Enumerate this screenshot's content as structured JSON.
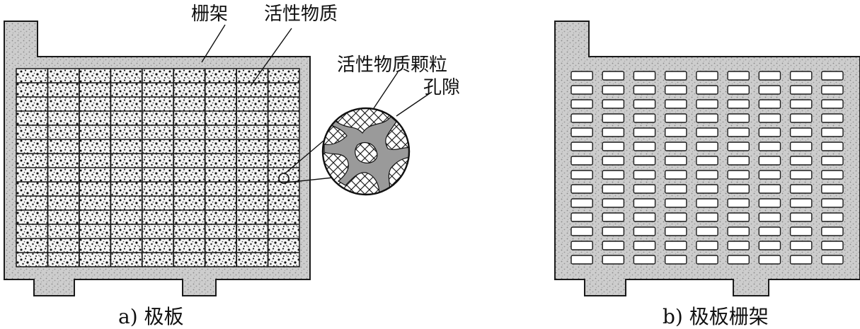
{
  "figure_a": {
    "caption": "a) 极板",
    "labels": {
      "grid": "栅架",
      "active_material": "活性物质",
      "active_particles": "活性物质颗粒",
      "pores": "孔隙"
    }
  },
  "figure_b": {
    "caption": "b) 极板栅架"
  },
  "colors": {
    "frame_fill": "#c9c9c9",
    "outline": "#1a1a1a",
    "active_fill": "#ffffff",
    "speckle": "#1a1a1a",
    "window_fill": "#ffffff"
  }
}
